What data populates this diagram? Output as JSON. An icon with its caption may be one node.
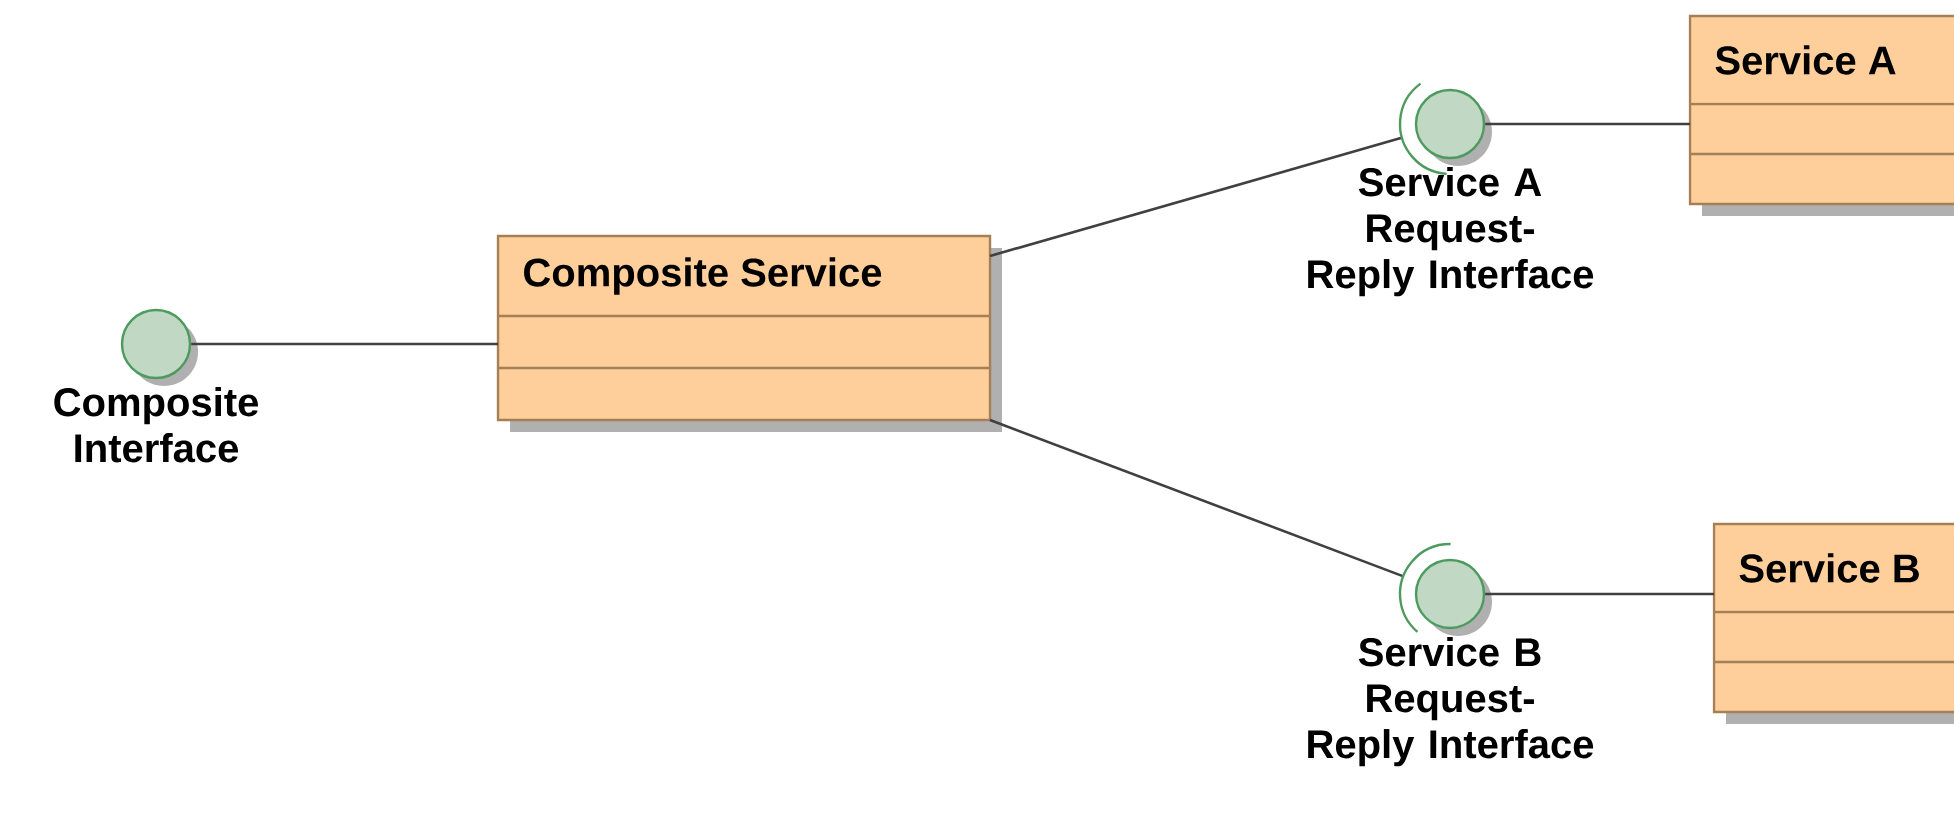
{
  "diagram": {
    "nodes": [
      {
        "text": [
          "Composite Interface"
        ]
      },
      {
        "text": [
          "Composite Service"
        ]
      },
      {
        "text": [
          "Service A Request-Reply Interface"
        ]
      },
      {
        "text": [
          "Service A"
        ]
      },
      {
        "text": [
          "Service B Request-Reply Interface"
        ]
      },
      {
        "text": [
          "Service B"
        ]
      }
    ],
    "edges": [
      {
        "from": 0,
        "to": 1,
        "arrow": "none"
      },
      {
        "from": 1,
        "to": 2,
        "arrow": "none"
      },
      {
        "from": 2,
        "to": 3,
        "arrow": "none"
      },
      {
        "from": 1,
        "to": 4,
        "arrow": "none"
      },
      {
        "from": 4,
        "to": 5,
        "arrow": "none"
      }
    ]
  }
}
